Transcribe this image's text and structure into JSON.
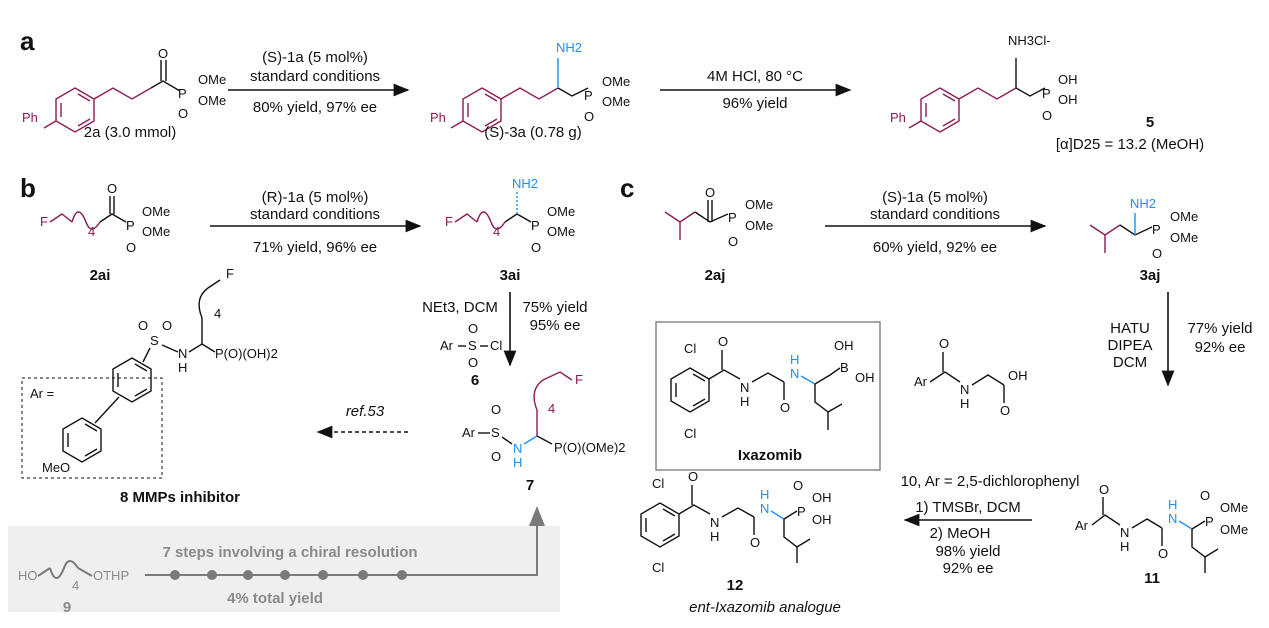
{
  "panels": {
    "a": "a",
    "b": "b",
    "c": "c"
  },
  "a": {
    "cond1": [
      "(S)-1a (5 mol%)",
      "standard conditions",
      "80% yield, 97% ee"
    ],
    "cmpd_2a": "2a  (3.0 mmol)",
    "cmpd_3a": "(S)-3a  (0.78 g)",
    "cond2": [
      "4M HCl, 80 °C",
      "96% yield"
    ],
    "cmpd_5": "5",
    "rotation": "[α]D25 = 13.2  (MeOH)"
  },
  "b": {
    "cond1": [
      "(R)-1a (5 mol%)",
      "standard conditions",
      "71% yield, 96% ee"
    ],
    "cmpd_2ai": "2ai",
    "cmpd_3ai": "3ai",
    "cond2_left": [
      "NEt3, DCM",
      "6"
    ],
    "cond2_right": [
      "75% yield",
      "95% ee"
    ],
    "cmpd_7": "7",
    "ref": "ref.53",
    "ar_label": "Ar =",
    "cmpd_8": "8   MMPs inhibitor",
    "route_top": "7 steps involving  a chiral resolution",
    "route_bottom": "4% total yield",
    "cmpd_9": "9"
  },
  "c": {
    "cond1": [
      "(S)-1a (5 mol%)",
      "standard conditions",
      "60% yield, 92% ee"
    ],
    "cmpd_2aj": "2aj",
    "cmpd_3aj": "3aj",
    "cond2_left": [
      "HATU",
      "DIPEA",
      "DCM"
    ],
    "cond2_right": [
      "77% yield",
      "92% ee"
    ],
    "ixazomib": "Ixazomib",
    "cmpd_10": "10, Ar = 2,5-dichlorophenyl",
    "cmpd_11": "11",
    "cond3": [
      "1) TMSBr, DCM",
      "2) MeOH",
      "98% yield",
      "92% ee"
    ],
    "cmpd_12": "12",
    "ent": "ent-Ixazomib analogue"
  },
  "atoms": {
    "O": "O",
    "P": "P",
    "OMe": "OMe",
    "Ph": "Ph",
    "NH2": "NH2",
    "NH3Cl": "NH3Cl-",
    "OH": "OH",
    "F": "F",
    "sub4": "4",
    "Ar": "Ar",
    "S": "S",
    "Cl": "Cl",
    "N": "N",
    "H": "H",
    "B": "B",
    "PO3H2": "P(O)(OH)2",
    "PO3Me2": "P(O)(OMe)2",
    "MeO": "MeO",
    "HO": "HO",
    "OTHP": "OTHP"
  }
}
